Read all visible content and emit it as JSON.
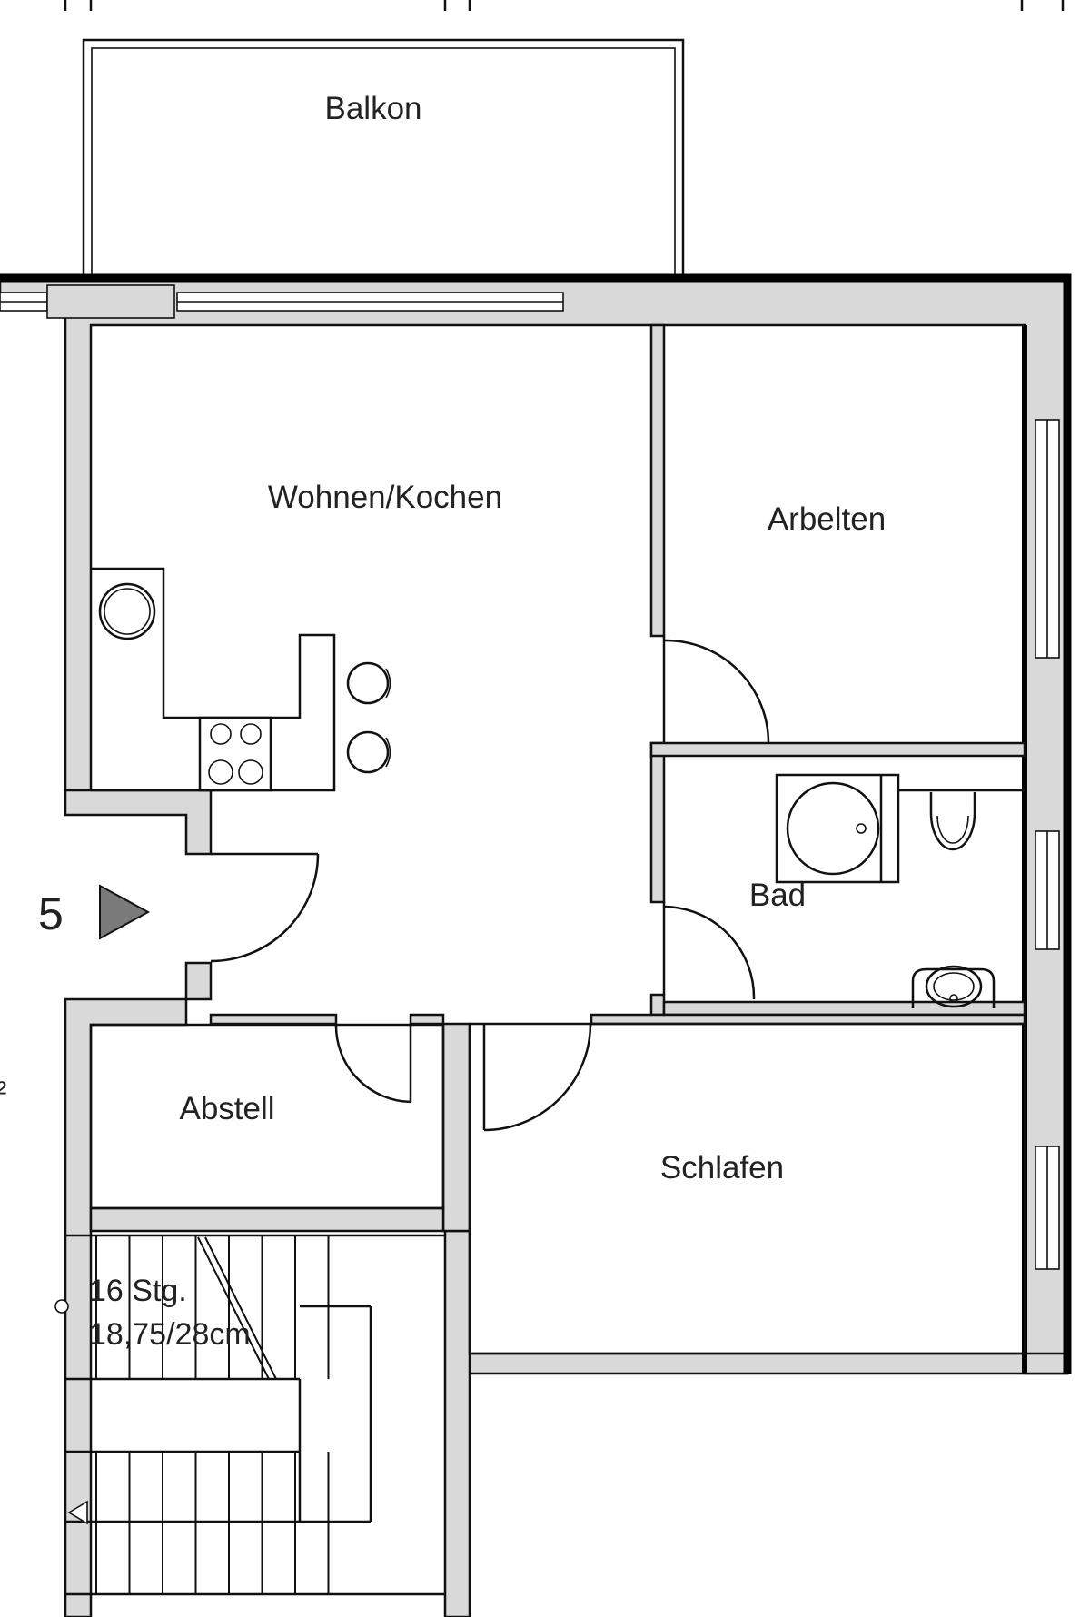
{
  "rooms": {
    "balkon": "Balkon",
    "wohnen": "Wohnen/Kochen",
    "arbeiten": "Arbelten",
    "bad": "Bad",
    "abstell": "Abstell",
    "schlafen": "Schlafen"
  },
  "stairs": {
    "steps": "16 Stg.",
    "dimensions": "18,75/28cm"
  },
  "unit_number": "5",
  "edge_fragment": "²",
  "colors": {
    "wall_fill": "#d9d9d9",
    "line": "#111111",
    "marker": "#7a7a7a"
  }
}
